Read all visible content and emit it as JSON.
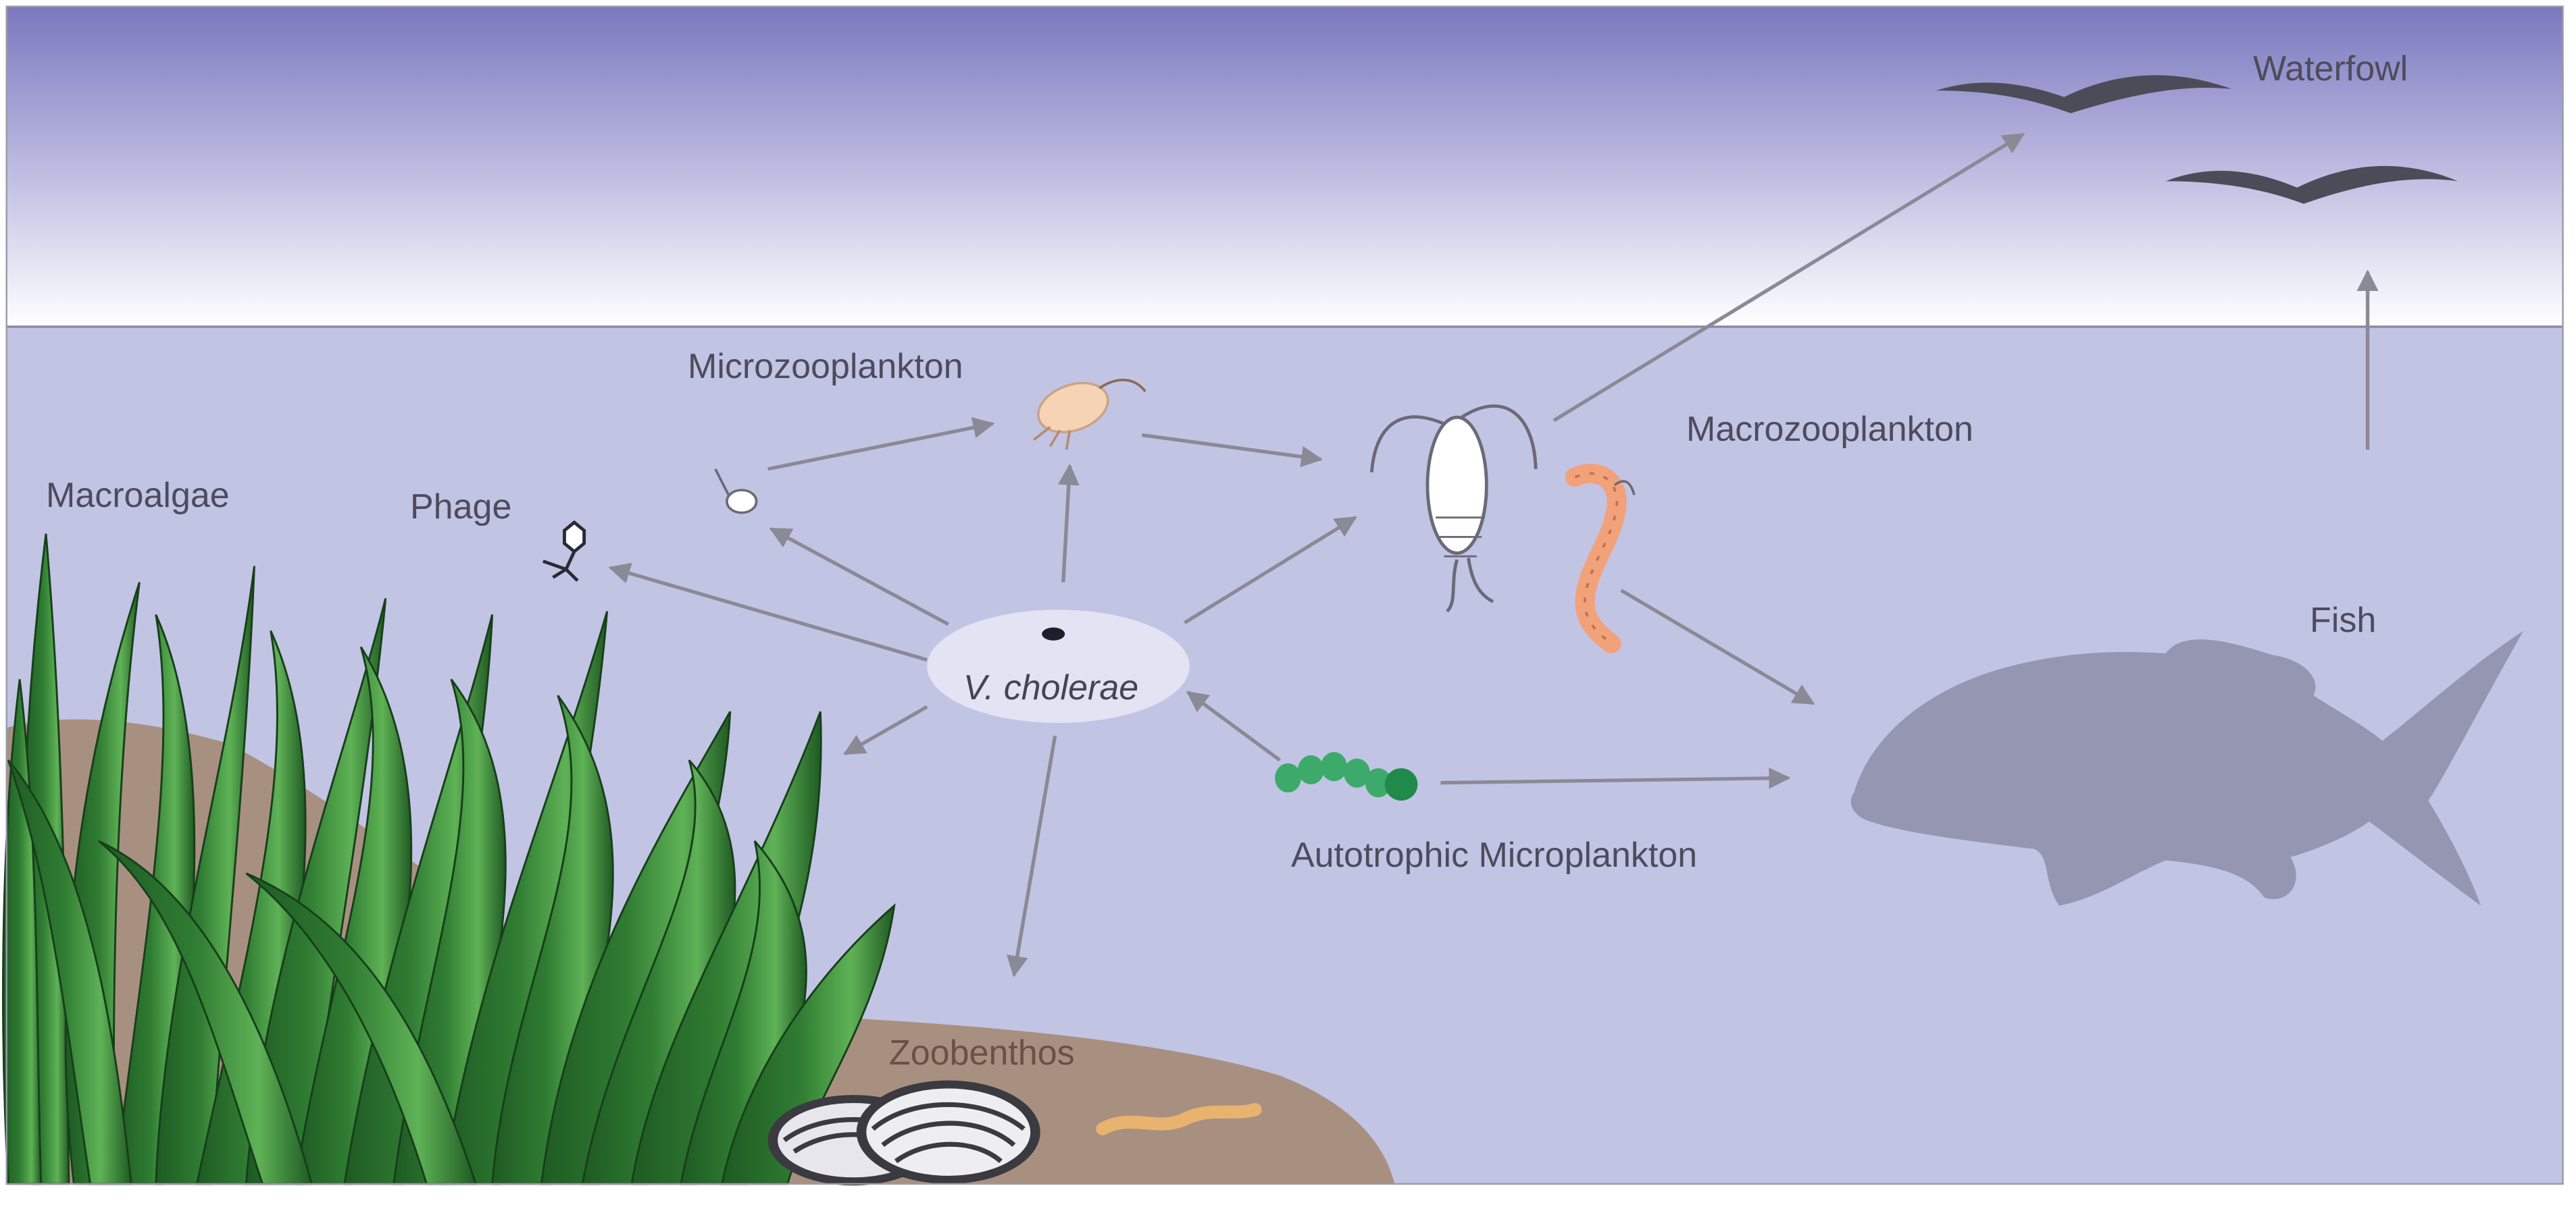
{
  "labels": {
    "waterfowl": "Waterfowl",
    "microzooplankton": "Microzooplankton",
    "macrozooplankton": "Macrozooplankton",
    "macroalgae": "Macroalgae",
    "phage": "Phage",
    "fish": "Fish",
    "vcholerae": "V. cholerae",
    "autotrophic": "Autotrophic Microplankton",
    "zoobenthos": "Zoobenthos"
  },
  "colors": {
    "sky_top": "#7b78bf",
    "sky_bottom": "#ffffff",
    "water": "#c2c4e4",
    "sediment": "#a89080",
    "seagrass_dark": "#1f5a23",
    "seagrass_light": "#5fb256",
    "fish": "#9496b2",
    "bird": "#4c4c58",
    "arrow": "#8a8a96",
    "shrimp": "#f2a27a",
    "copepod_micro": "#f7d3b5",
    "cyanobacteria": "#3caa6a",
    "worm": "#e8b36f",
    "vibrio_oval": "#e2e3f3"
  },
  "icons": [
    "bird-icon",
    "copepod-icon",
    "ciliate-icon",
    "phage-icon",
    "shrimp-icon",
    "fish-icon",
    "cyanobacteria-icon",
    "mussel-icon",
    "worm-icon",
    "seagrass-icon",
    "vibrio-cell-icon"
  ]
}
